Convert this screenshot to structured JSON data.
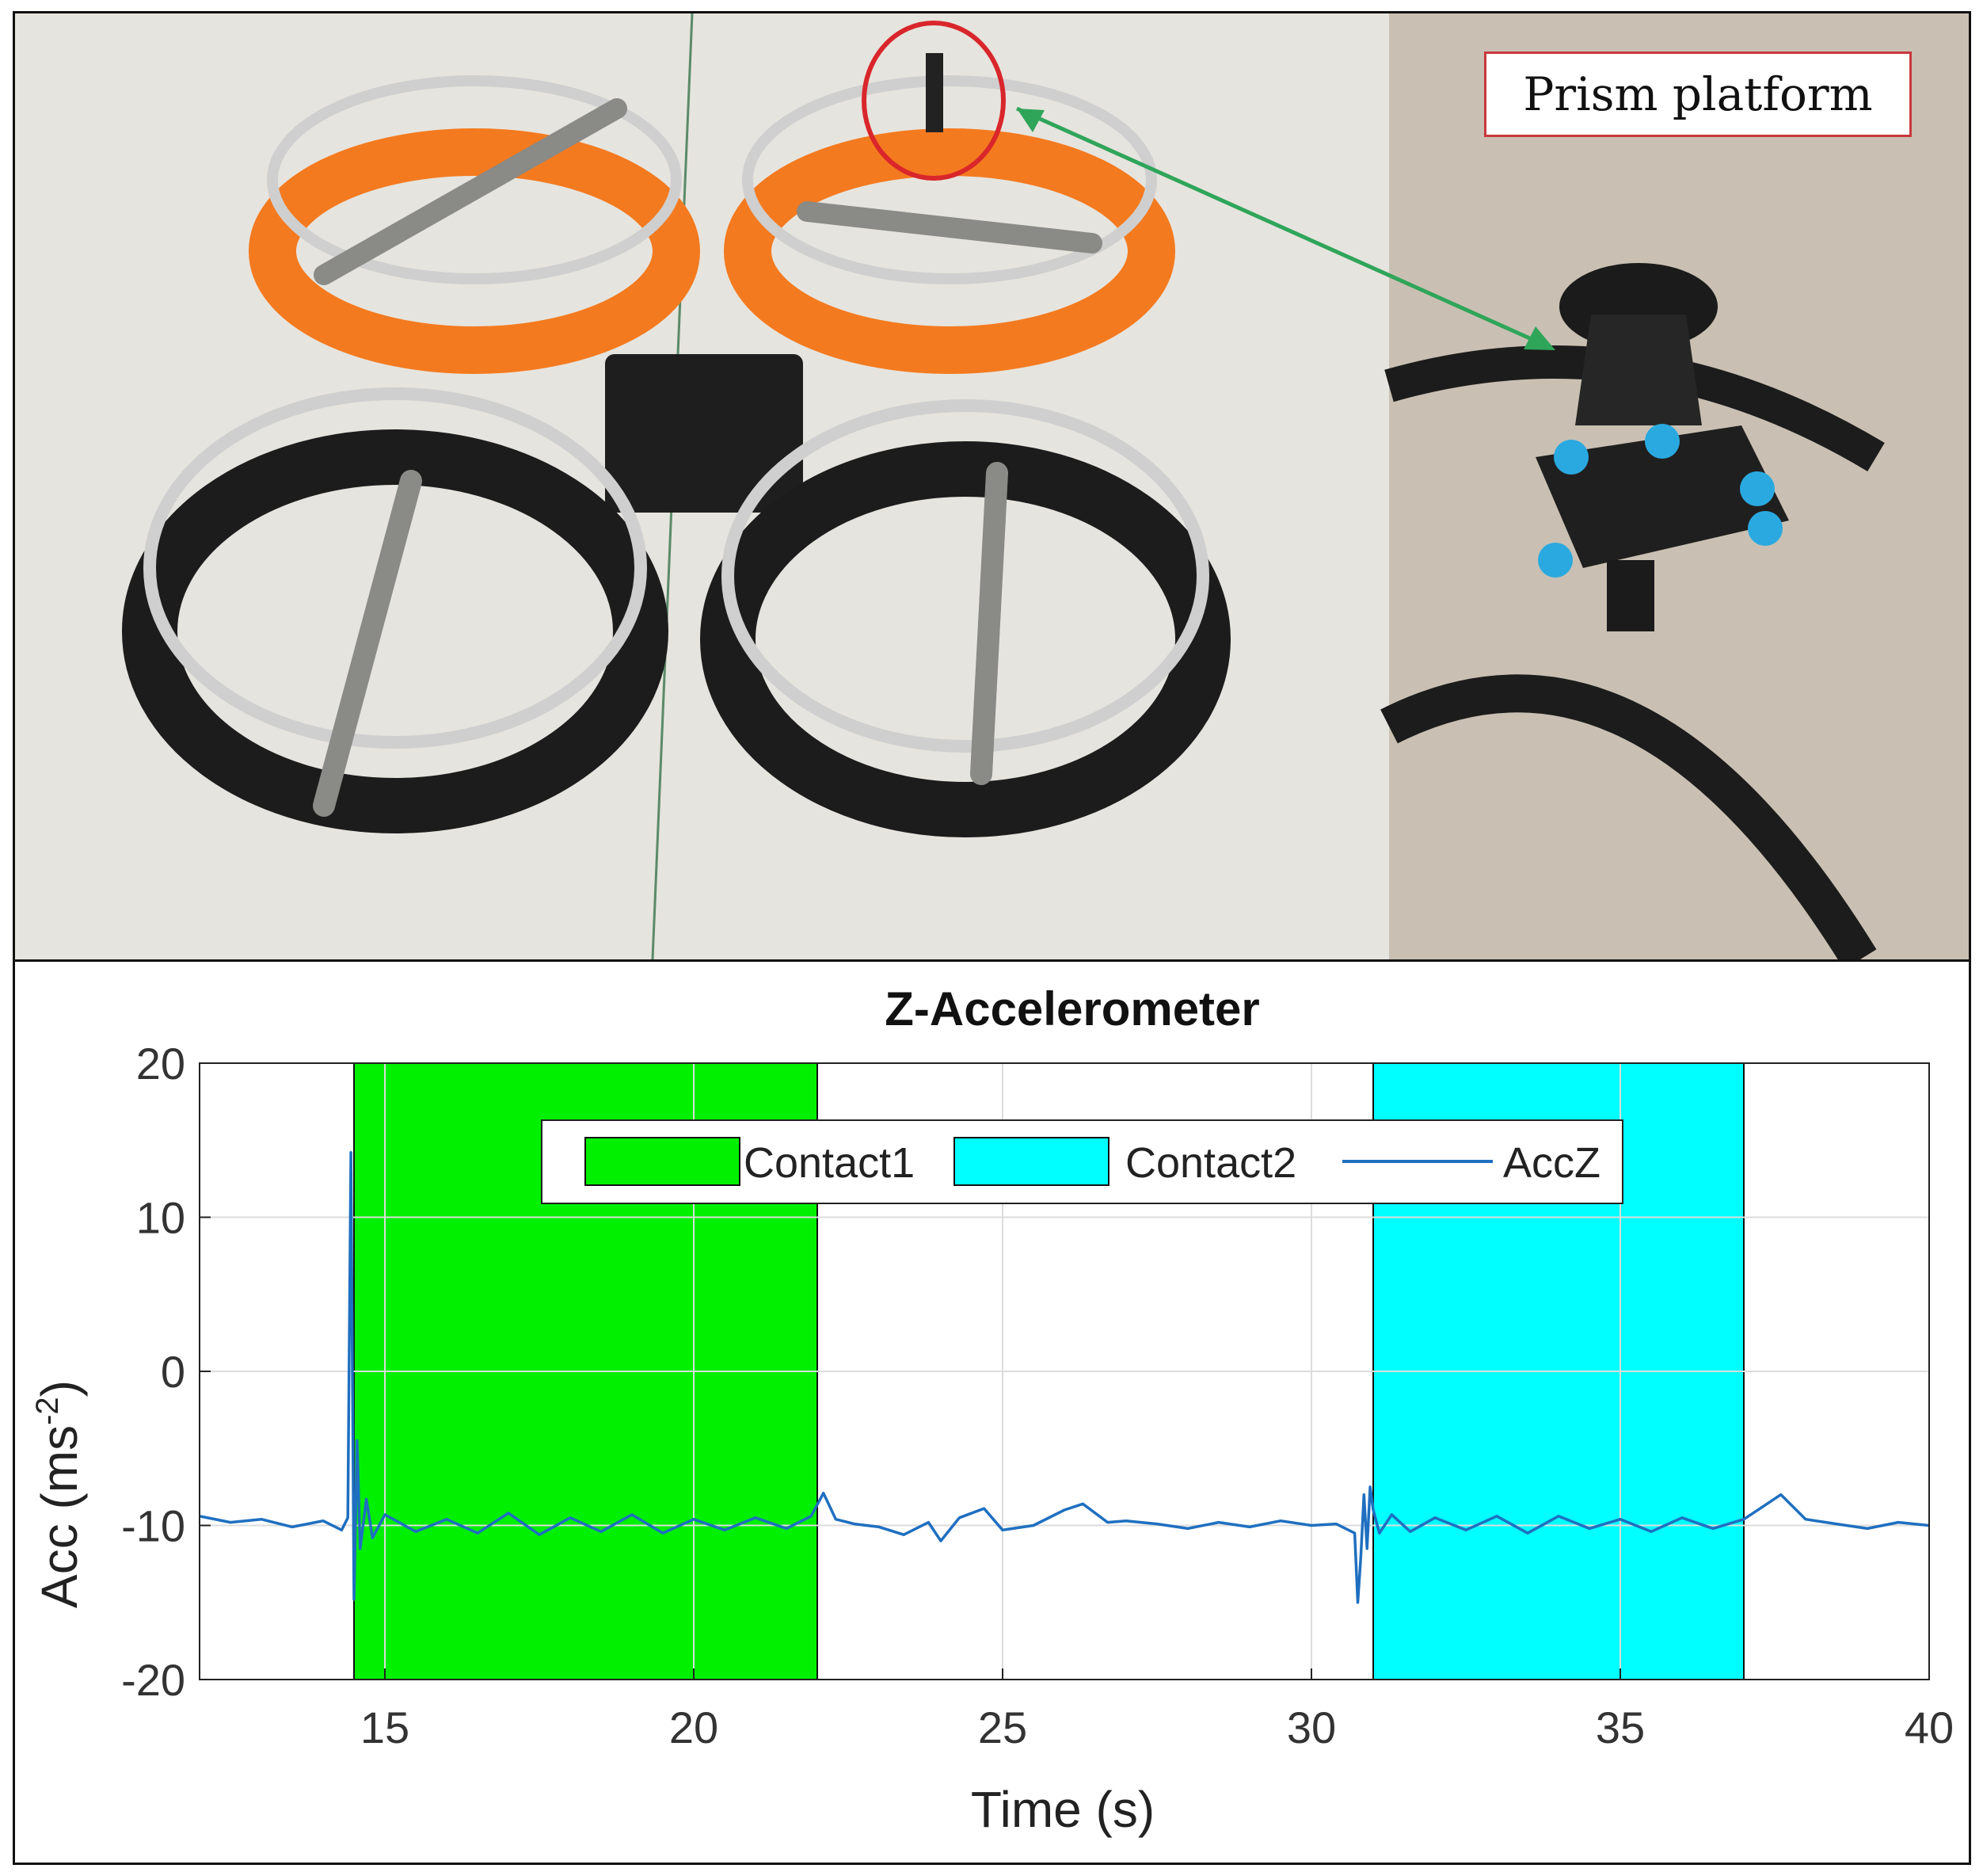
{
  "photo": {
    "callout_label": "Prism platform",
    "colors": {
      "orange_ring": "#f47a1f",
      "black_ring": "#1c1c1c",
      "rim": "#cfcfcf",
      "highlight_circle": "#d9262b",
      "arrow": "#2fa55a",
      "prism_blue": "#2aa9e0"
    }
  },
  "chart_data": {
    "type": "line",
    "title": "Z-Accelerometer",
    "xlabel": "Time (s)",
    "ylabel": "Acc (ms",
    "ylabel_sup": "-2",
    "ylabel_close": ")",
    "xlim": [
      12,
      40
    ],
    "ylim": [
      -20,
      20
    ],
    "xticks": [
      15,
      20,
      25,
      30,
      35,
      40
    ],
    "xtick_labels": [
      "15",
      "20",
      "25",
      "30",
      "35",
      "40"
    ],
    "yticks": [
      -20,
      -10,
      0,
      10,
      20
    ],
    "ytick_labels": [
      "-20",
      "-10",
      "0",
      "10",
      "20"
    ],
    "grid": true,
    "legend_position": "top-center",
    "regions": [
      {
        "name": "Contact1",
        "x0": 14.5,
        "x1": 22.0,
        "color": "#00f000"
      },
      {
        "name": "Contact2",
        "x0": 31.0,
        "x1": 37.0,
        "color": "#00ffff"
      }
    ],
    "series": [
      {
        "name": "AccZ",
        "color": "#1f6fc0",
        "x": [
          12.0,
          12.5,
          13.0,
          13.5,
          14.0,
          14.3,
          14.4,
          14.45,
          14.5,
          14.55,
          14.6,
          14.7,
          14.8,
          15.0,
          15.5,
          16.0,
          16.5,
          17.0,
          17.5,
          18.0,
          18.5,
          19.0,
          19.5,
          20.0,
          20.5,
          21.0,
          21.5,
          21.9,
          22.1,
          22.3,
          22.6,
          23.0,
          23.4,
          23.8,
          24.0,
          24.3,
          24.7,
          25.0,
          25.5,
          26.0,
          26.3,
          26.7,
          27.0,
          27.5,
          28.0,
          28.5,
          29.0,
          29.5,
          30.0,
          30.4,
          30.7,
          30.75,
          30.8,
          30.85,
          30.9,
          30.95,
          31.0,
          31.1,
          31.3,
          31.6,
          32.0,
          32.5,
          33.0,
          33.5,
          34.0,
          34.5,
          35.0,
          35.5,
          36.0,
          36.5,
          37.0,
          37.3,
          37.6,
          38.0,
          38.5,
          39.0,
          39.5,
          40.0
        ],
        "y": [
          -9.4,
          -9.8,
          -9.6,
          -10.1,
          -9.7,
          -10.3,
          -9.5,
          14.2,
          -14.8,
          -4.5,
          -11.5,
          -8.3,
          -10.8,
          -9.3,
          -10.4,
          -9.6,
          -10.5,
          -9.2,
          -10.6,
          -9.5,
          -10.4,
          -9.3,
          -10.5,
          -9.6,
          -10.3,
          -9.5,
          -10.2,
          -9.4,
          -7.9,
          -9.6,
          -9.9,
          -10.1,
          -10.6,
          -9.8,
          -11.0,
          -9.5,
          -8.9,
          -10.3,
          -10.0,
          -9.0,
          -8.6,
          -9.8,
          -9.7,
          -9.9,
          -10.2,
          -9.8,
          -10.1,
          -9.7,
          -10.0,
          -9.9,
          -10.5,
          -15.0,
          -12.0,
          -8.0,
          -11.5,
          -7.5,
          -9.0,
          -10.5,
          -9.3,
          -10.4,
          -9.5,
          -10.3,
          -9.4,
          -10.5,
          -9.4,
          -10.2,
          -9.6,
          -10.4,
          -9.5,
          -10.2,
          -9.6,
          -8.8,
          -8.0,
          -9.6,
          -9.9,
          -10.2,
          -9.8,
          -10.0
        ]
      }
    ]
  }
}
